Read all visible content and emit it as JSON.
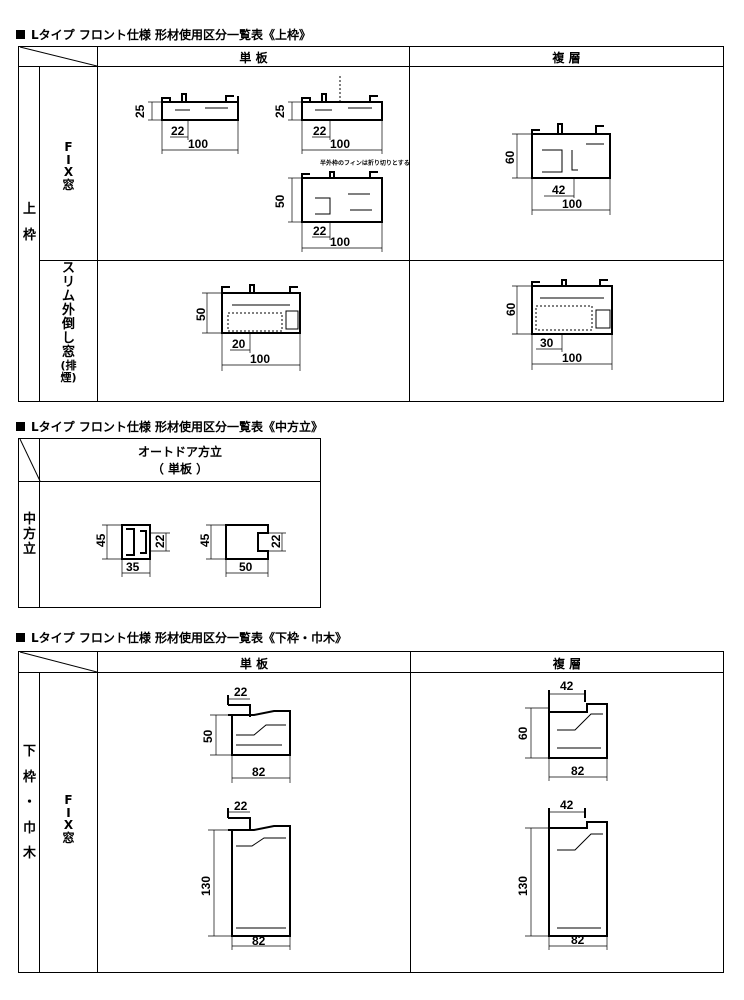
{
  "sections": [
    {
      "title": "Lタイプ フロント仕様 形材使用区分一覧表《上枠》",
      "headers": [
        "単 板",
        "複 層"
      ],
      "row_group_label": [
        "上",
        "枠"
      ],
      "rows": [
        {
          "label": [
            "F",
            "I",
            "X",
            "窓"
          ],
          "single": [
            {
              "dims": [
                "25",
                "22",
                "100"
              ]
            },
            {
              "dims": [
                "25",
                "22",
                "100"
              ],
              "note": "半外枠のフィンは折り切りとする"
            },
            {
              "dims": [
                "50",
                "22",
                "100"
              ]
            }
          ],
          "double": [
            {
              "dims": [
                "60",
                "42",
                "100"
              ]
            }
          ]
        },
        {
          "label": [
            "ス",
            "リ",
            "ム",
            "外",
            "倒",
            "し",
            "窓",
            "(排",
            "煙)"
          ],
          "single": [
            {
              "dims": [
                "50",
                "20",
                "100"
              ]
            }
          ],
          "double": [
            {
              "dims": [
                "60",
                "30",
                "100"
              ]
            }
          ]
        }
      ]
    },
    {
      "title": "Lタイプ フロント仕様 形材使用区分一覧表《中方立》",
      "headers": [
        "オートドア方立",
        "（ 単板 ）"
      ],
      "row_group_label": [
        "中",
        "方",
        "立"
      ],
      "drawings": [
        {
          "dims": [
            "45",
            "22",
            "35"
          ]
        },
        {
          "dims": [
            "45",
            "22",
            "50"
          ]
        }
      ]
    },
    {
      "title": "Lタイプ フロント仕様 形材使用区分一覧表《下枠・巾木》",
      "headers": [
        "単 板",
        "複 層"
      ],
      "row_group_label": [
        "下",
        "枠",
        "・",
        "巾",
        "木"
      ],
      "row_label": [
        "F",
        "I",
        "X",
        "窓"
      ],
      "single": [
        {
          "dims": [
            "22",
            "50",
            "82"
          ]
        },
        {
          "dims": [
            "22",
            "130",
            "82"
          ]
        }
      ],
      "double": [
        {
          "dims": [
            "42",
            "60",
            "82"
          ]
        },
        {
          "dims": [
            "42",
            "130",
            "82"
          ]
        }
      ]
    }
  ]
}
